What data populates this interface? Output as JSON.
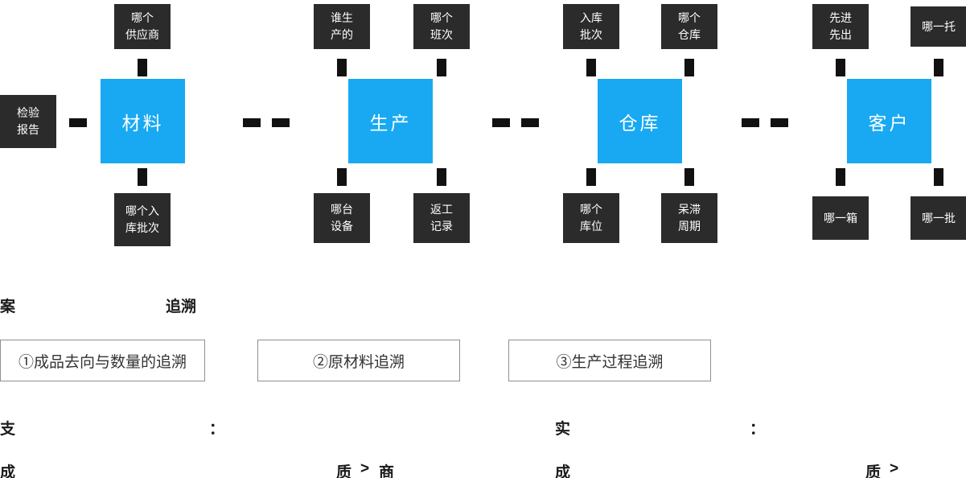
{
  "diagram": {
    "stages": [
      {
        "main": "材料"
      },
      {
        "main": "生产"
      },
      {
        "main": "仓库"
      },
      {
        "main": "客户"
      }
    ],
    "labels": {
      "inspection": "检验\n报告",
      "supplier": "哪个\n供应商",
      "inbound_batch_material": "哪个入\n库批次",
      "who_produced": "谁生\n产的",
      "which_shift": "哪个\n班次",
      "which_equipment": "哪台\n设备",
      "rework_record": "返工\n记录",
      "inbound_batch": "入库\n批次",
      "which_warehouse": "哪个\n仓库",
      "which_location": "哪个\n库位",
      "stagnation_cycle": "呆滞\n周期",
      "fifo": "先进\n先出",
      "which_pallet": "哪一托",
      "which_box": "哪一箱",
      "which_batch": "哪一批"
    }
  },
  "trace_section": {
    "heading_fragments": {
      "left": "案",
      "right": "追溯"
    },
    "boxes": [
      "①成品去向与数量的追溯",
      "②原材料追溯",
      "③生产过程追溯"
    ]
  },
  "bottom": {
    "left": {
      "heading_start": "支",
      "heading_colon": "：",
      "chain": [
        "成",
        "质",
        ">",
        "商"
      ]
    },
    "right": {
      "heading_start": "实",
      "heading_colon": "：",
      "chain": [
        "成",
        "质",
        ">"
      ]
    }
  },
  "colors": {
    "primary_blue": "#18a9f2",
    "dark_box": "#2b2b2b",
    "connector": "#111111",
    "outline_border": "#909090"
  }
}
